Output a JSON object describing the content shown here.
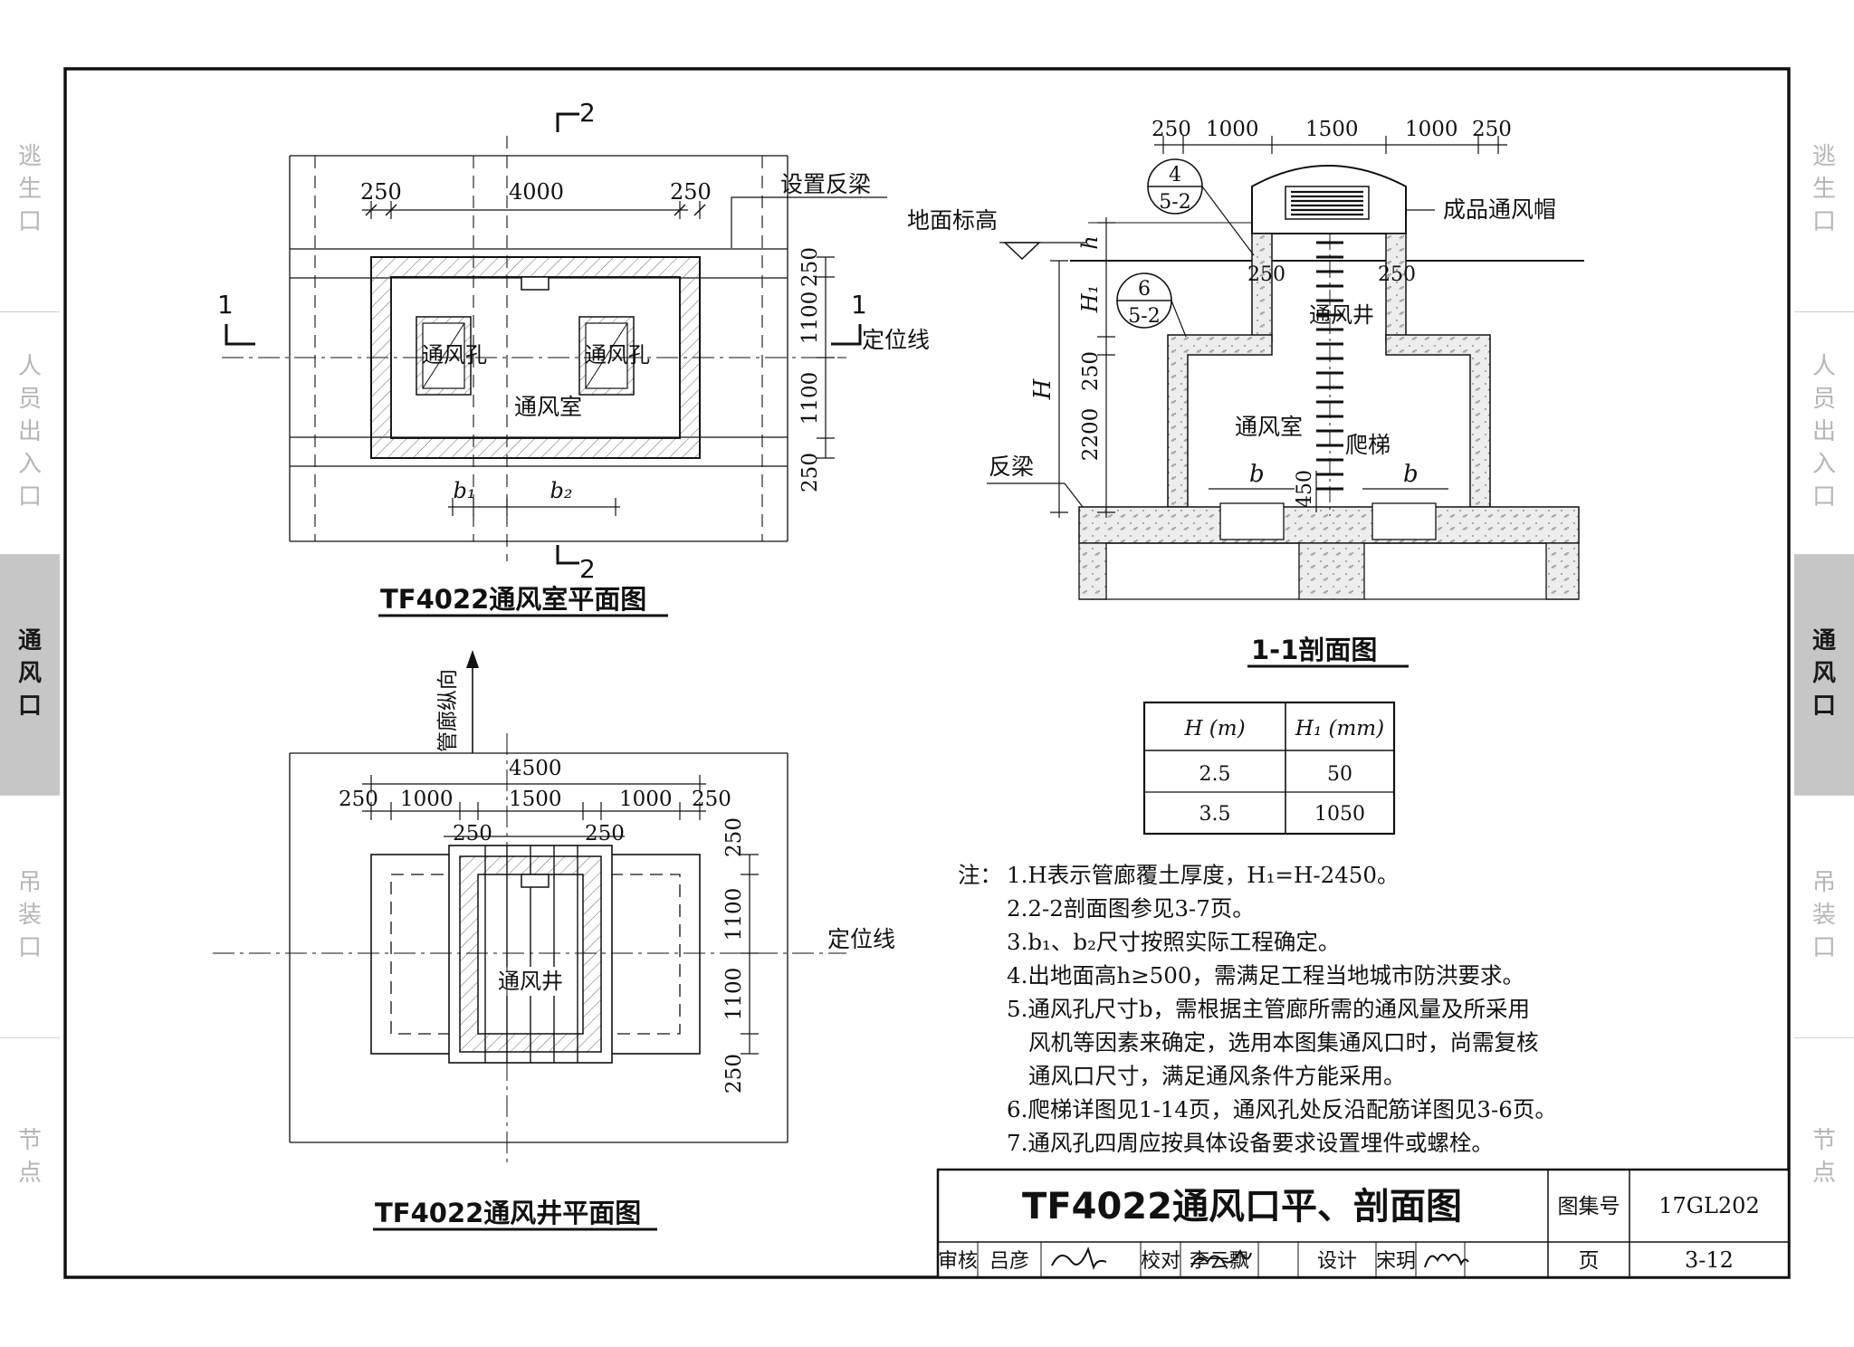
{
  "side_tabs_left": [
    {
      "label": [
        "逃",
        "生",
        "口"
      ],
      "active": false
    },
    {
      "label": [
        "人",
        "员",
        "出",
        "入",
        "口"
      ],
      "active": false
    },
    {
      "label": [
        "通",
        "风",
        "口"
      ],
      "active": true
    },
    {
      "label": [
        "吊",
        "装",
        "口"
      ],
      "active": false
    },
    {
      "label": [
        "节",
        "点"
      ],
      "active": false
    }
  ],
  "side_tabs_right": [
    {
      "label": [
        "逃",
        "生",
        "口"
      ],
      "active": false
    },
    {
      "label": [
        "人",
        "员",
        "出",
        "入",
        "口"
      ],
      "active": false
    },
    {
      "label": [
        "通",
        "风",
        "口"
      ],
      "active": true
    },
    {
      "label": [
        "吊",
        "装",
        "口"
      ],
      "active": false
    },
    {
      "label": [
        "节",
        "点"
      ],
      "active": false
    }
  ],
  "plan_room": {
    "title": "TF4022通风室平面图",
    "dim_top": [
      "250",
      "4000",
      "250"
    ],
    "dim_right": [
      "250",
      "1100",
      "1100",
      "250"
    ],
    "label_beam": "设置反梁",
    "label_locating": "定位线",
    "section_1": "1",
    "section_2": "2",
    "hole_label": "通风孔",
    "room_label": "通风室",
    "b1": "b₁",
    "b2": "b₂"
  },
  "section_view": {
    "title": "1-1剖面图",
    "dim_top": [
      "250",
      "1000",
      "1500",
      "1000",
      "250"
    ],
    "label_ground": "地面标高",
    "label_cap": "成品通风帽",
    "label_shaft": "通风井",
    "label_room": "通风室",
    "label_ladder": "爬梯",
    "label_beam": "反梁",
    "dim_left": [
      "h",
      "H₁",
      "250",
      "2200",
      "H"
    ],
    "wall_250_left": "250",
    "wall_250_right": "250",
    "dim_450": "450",
    "b_label": "b",
    "callout_a_top": "4",
    "callout_a_bottom": "5-2",
    "callout_b_top": "6",
    "callout_b_bottom": "5-2"
  },
  "height_table": {
    "headers": [
      "H (m)",
      "H₁ (mm)"
    ],
    "rows": [
      [
        "2.5",
        "50"
      ],
      [
        "3.5",
        "1050"
      ]
    ]
  },
  "plan_shaft": {
    "title": "TF4022通风井平面图",
    "label_direction": "管廊纵向",
    "dim_overall": "4500",
    "dim_top": [
      "250",
      "1000",
      "1500",
      "1000",
      "250"
    ],
    "dim_inner": [
      "250",
      "250"
    ],
    "dim_right": [
      "250",
      "1100",
      "1100",
      "250"
    ],
    "label_locating": "定位线",
    "shaft_label": "通风井"
  },
  "notes": {
    "prefix": "注：",
    "items": [
      "1.H表示管廊覆土厚度，H₁=H-2450。",
      "2.2-2剖面图参见3-7页。",
      "3.b₁、b₂尺寸按照实际工程确定。",
      "4.出地面高h≥500，需满足工程当地城市防洪要求。",
      "5.通风孔尺寸b，需根据主管廊所需的通风量及所采用",
      "风机等因素来确定，选用本图集通风口时，尚需复核",
      "通风口尺寸，满足通风条件方能采用。",
      "6.爬梯详图见1-14页，通风孔处反沿配筋详图见3-6页。",
      "7.通风孔四周应按具体设备要求设置埋件或螺栓。"
    ]
  },
  "title_block": {
    "title": "TF4022通风口平、剖面图",
    "atlas_label": "图集号",
    "atlas_no": "17GL202",
    "page_label": "页",
    "page_no": "3-12",
    "review_label": "审核",
    "review_name": "吕彦",
    "check_label": "校对",
    "check_name": "李云飘",
    "design_label": "设计",
    "design_name": "宋玥"
  }
}
